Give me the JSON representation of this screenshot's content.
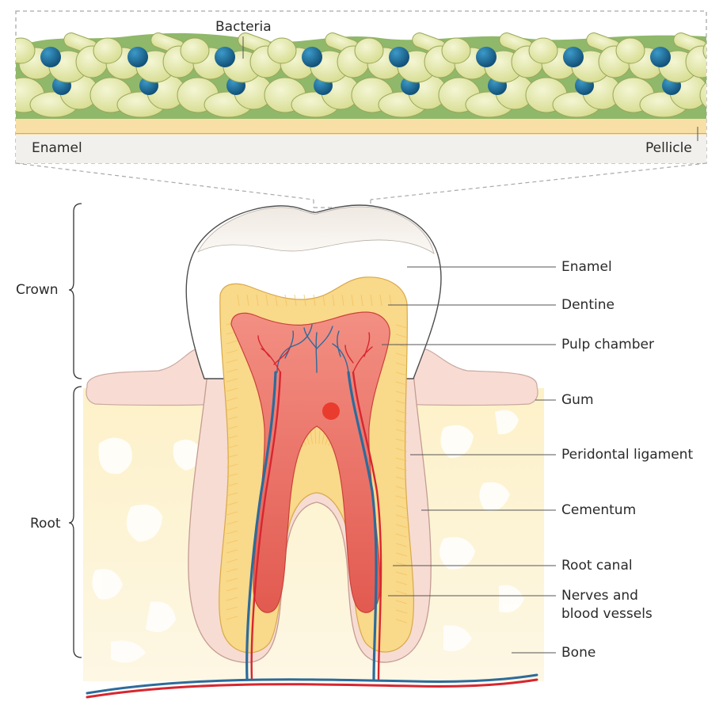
{
  "inset": {
    "bacteria_label": "Bacteria",
    "enamel_label": "Enamel",
    "pellicle_label": "Pellicle"
  },
  "brackets": {
    "crown": "Crown",
    "root": "Root"
  },
  "parts": {
    "enamel": "Enamel",
    "dentine": "Dentine",
    "pulp_chamber": "Pulp chamber",
    "gum": "Gum",
    "periodontal_ligament": "Peridontal ligament",
    "cementum": "Cementum",
    "root_canal": "Root canal",
    "nerves_line1": "Nerves and",
    "nerves_line2": "blood vessels",
    "bone": "Bone"
  },
  "colors": {
    "bacteria_fill": "#e6eab0",
    "bacteria_dark": "#1e6e9b",
    "biofilm_green": "#8fb86a",
    "pellicle": "#f6dca0",
    "enamel_fill": "#ffffff",
    "dentine": "#f9d98a",
    "pulp": "#ee6f63",
    "gum": "#f7d8cf",
    "bone": "#fbefc8",
    "artery": "#d7262f",
    "vein": "#2d6b9a"
  }
}
